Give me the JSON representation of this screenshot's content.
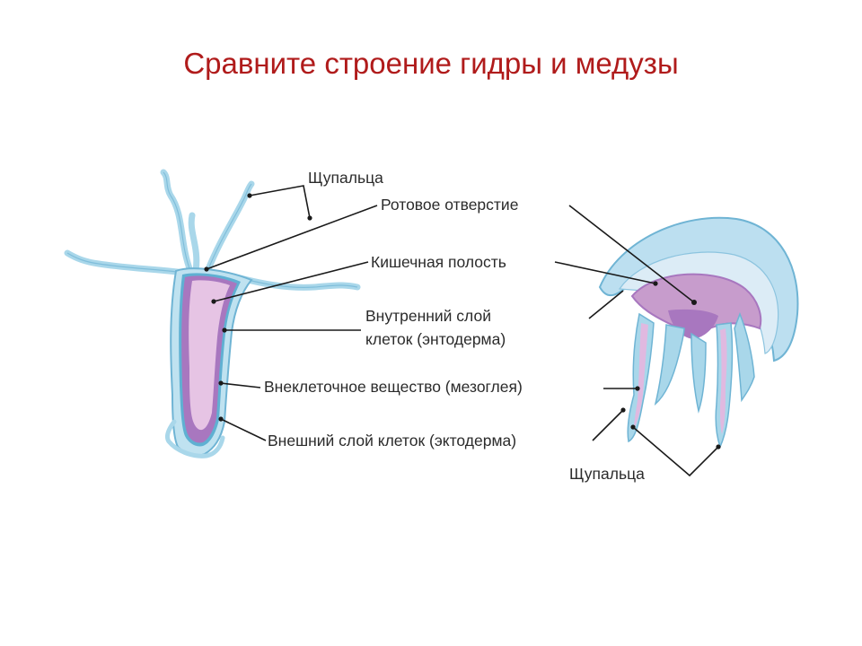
{
  "slide": {
    "title": "Сравните строение гидры и медузы"
  },
  "labels": {
    "tentacles_top": "Щупальца",
    "mouth": "Ротовое отверстие",
    "gut_cavity": "Кишечная полость",
    "endoderm_line1": "Внутренний слой",
    "endoderm_line2": "клеток (энтодерма)",
    "mesoglea": "Внеклеточное вещество (мезоглея)",
    "ectoderm": "Внешний слой клеток (эктодерма)",
    "tentacles_bottom": "Щупальца"
  },
  "colors": {
    "title": "#b01b1b",
    "ectoderm_blue": "#a9d7ea",
    "ectoderm_outline": "#6fb4d4",
    "endoderm_purple": "#a877bf",
    "cavity_pink": "#e6c4e4",
    "leader_line": "#1a1a1a"
  }
}
